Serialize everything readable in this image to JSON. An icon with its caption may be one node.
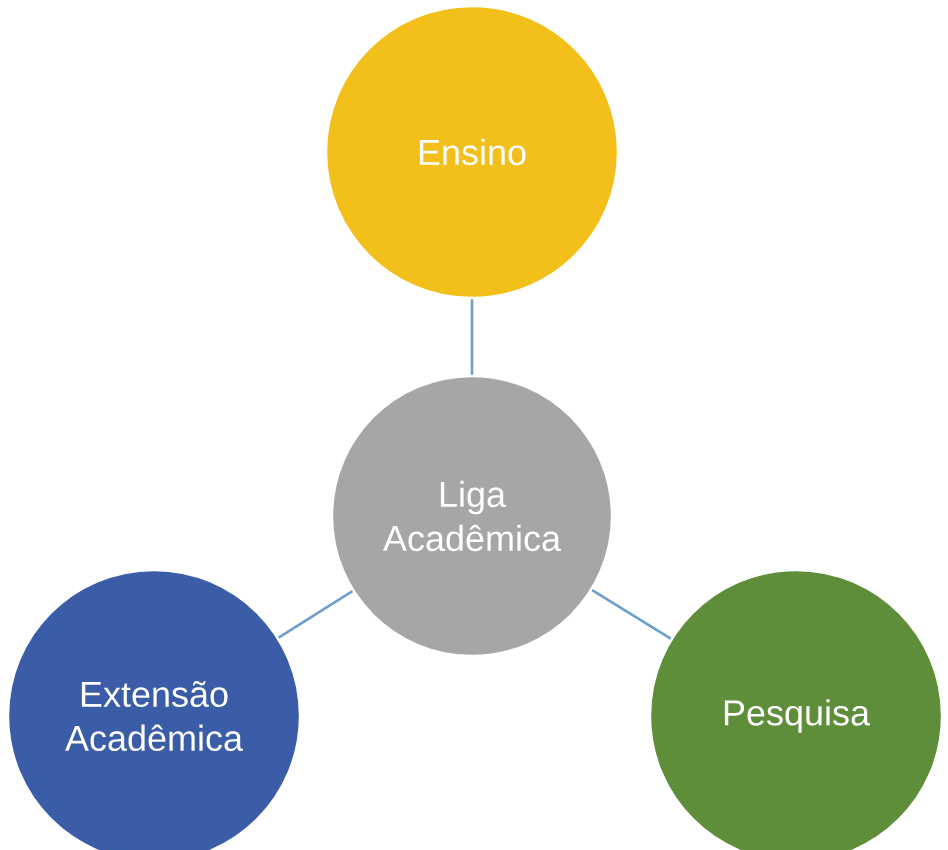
{
  "diagram": {
    "nodes": [
      {
        "text": [
          "Ensino"
        ]
      },
      {
        "text": [
          "Liga Acadêmica"
        ]
      },
      {
        "text": [
          "Extensão Acadêmica"
        ]
      },
      {
        "text": [
          "Pesquisa"
        ]
      }
    ],
    "edges": [
      {
        "from": 1,
        "to": 0,
        "arrow": "none"
      },
      {
        "from": 1,
        "to": 2,
        "arrow": "none"
      },
      {
        "from": 1,
        "to": 3,
        "arrow": "none"
      }
    ]
  }
}
